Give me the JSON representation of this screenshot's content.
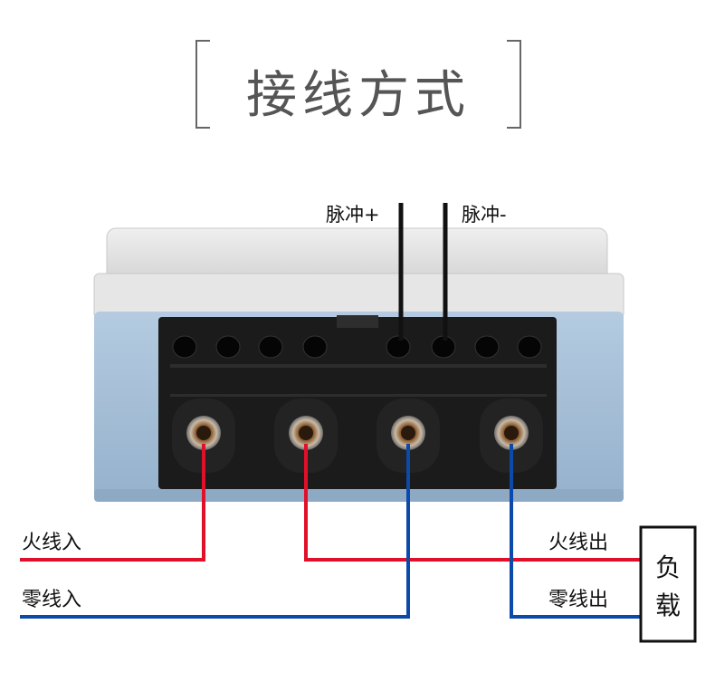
{
  "title": "接线方式",
  "labels": {
    "pulse_plus": "脉冲+",
    "pulse_minus": "脉冲-",
    "live_in": "火线入",
    "neutral_in": "零线入",
    "live_out": "火线出",
    "neutral_out": "零线出",
    "load_line1": "负",
    "load_line2": "载"
  },
  "colors": {
    "live": "#e0102a",
    "neutral": "#0b4aa8",
    "pulse": "#111111",
    "housing_blue": "#a9c2da",
    "housing_gray": "#e4e4e4",
    "terminal_block": "#1b1b1b"
  }
}
